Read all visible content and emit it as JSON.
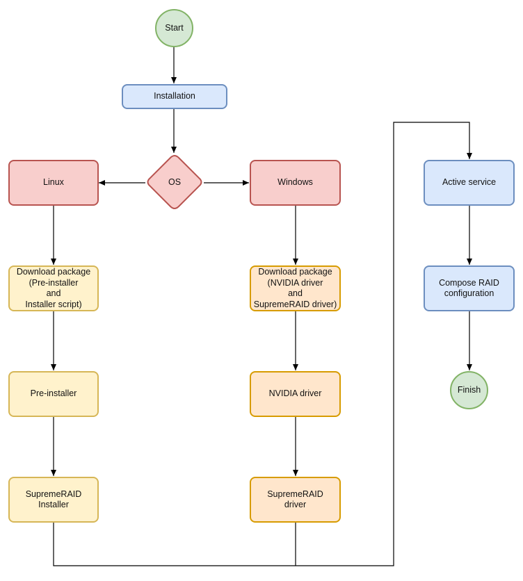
{
  "diagram": {
    "type": "flowchart",
    "nodes": {
      "start": "Start",
      "installation": "Installation",
      "os": "OS",
      "linux": "Linux",
      "windows": "Windows",
      "linux_download": "Download package\n(Pre-installer\nand\nInstaller script)",
      "windows_download": "Download package\n(NVIDIA driver\nand\nSupremeRAID driver)",
      "pre_installer": "Pre-installer",
      "nvidia_driver": "NVIDIA driver",
      "supremeraid_installer": "SupremeRAID\nInstaller",
      "supremeraid_driver": "SupremeRAID\ndriver",
      "active_service": "Active service",
      "compose_raid": "Compose RAID\nconfiguration",
      "finish": "Finish"
    },
    "edges": [
      {
        "from": "start",
        "to": "installation"
      },
      {
        "from": "installation",
        "to": "os"
      },
      {
        "from": "os",
        "to": "linux"
      },
      {
        "from": "os",
        "to": "windows"
      },
      {
        "from": "linux",
        "to": "linux_download"
      },
      {
        "from": "linux_download",
        "to": "pre_installer"
      },
      {
        "from": "pre_installer",
        "to": "supremeraid_installer"
      },
      {
        "from": "windows",
        "to": "windows_download"
      },
      {
        "from": "windows_download",
        "to": "nvidia_driver"
      },
      {
        "from": "nvidia_driver",
        "to": "supremeraid_driver"
      },
      {
        "from": "supremeraid_installer",
        "to": "active_service"
      },
      {
        "from": "supremeraid_driver",
        "to": "active_service"
      },
      {
        "from": "active_service",
        "to": "compose_raid"
      },
      {
        "from": "compose_raid",
        "to": "finish"
      }
    ],
    "colors": {
      "green_fill": "#d5e8d4",
      "green_stroke": "#82b366",
      "blue_fill": "#dae8fc",
      "blue_stroke": "#6c8ebf",
      "red_fill": "#f8cecc",
      "red_stroke": "#b85450",
      "yellow_fill": "#fff2cc",
      "yellow_stroke": "#d6b656",
      "orange_fill": "#ffe6cc",
      "orange_stroke": "#d79b00",
      "connector": "#000000"
    }
  }
}
